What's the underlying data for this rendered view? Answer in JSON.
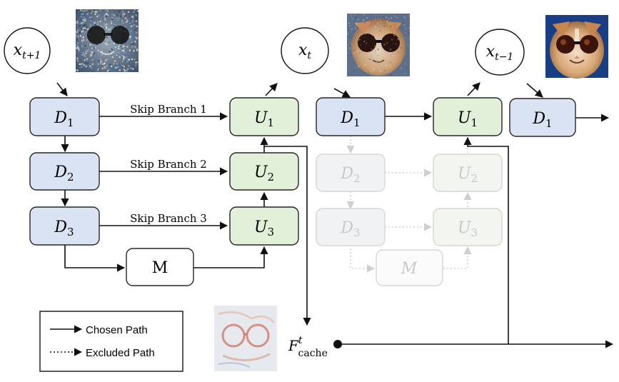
{
  "colors": {
    "down_fill": "#dae3f3",
    "up_fill": "#e2f0d9",
    "stroke": "#262626",
    "faded_down_fill": "#f1f2f4",
    "faded_up_fill": "#f2f5f0",
    "faded_stroke": "#d6d6d6",
    "faded_text": "#c8c8c8"
  },
  "states": {
    "x_t_plus_1": {
      "base": "x",
      "sub": "t+1"
    },
    "x_t": {
      "base": "x",
      "sub": "t"
    },
    "x_t_minus_1": {
      "base": "x",
      "sub": "t−1"
    }
  },
  "blocks": {
    "d1_a": {
      "base": "D",
      "sub": "1"
    },
    "d2_a": {
      "base": "D",
      "sub": "2"
    },
    "d3_a": {
      "base": "D",
      "sub": "3"
    },
    "u1_a": {
      "base": "U",
      "sub": "1"
    },
    "u2_a": {
      "base": "U",
      "sub": "2"
    },
    "u3_a": {
      "base": "U",
      "sub": "3"
    },
    "m_a": "M",
    "d1_b": {
      "base": "D",
      "sub": "1"
    },
    "u1_b": {
      "base": "U",
      "sub": "1"
    },
    "d2_b": {
      "base": "D",
      "sub": "2"
    },
    "u2_b": {
      "base": "U",
      "sub": "2"
    },
    "d3_b": {
      "base": "D",
      "sub": "3"
    },
    "u3_b": {
      "base": "U",
      "sub": "3"
    },
    "m_b": "M",
    "d1_c": {
      "base": "D",
      "sub": "1"
    }
  },
  "skip_labels": [
    "Skip Branch 1",
    "Skip Branch 2",
    "Skip Branch 3"
  ],
  "cache": {
    "base": "F",
    "sup": "t",
    "sub": "cache"
  },
  "legend": {
    "chosen": "Chosen Path",
    "excluded": "Excluded Path"
  }
}
